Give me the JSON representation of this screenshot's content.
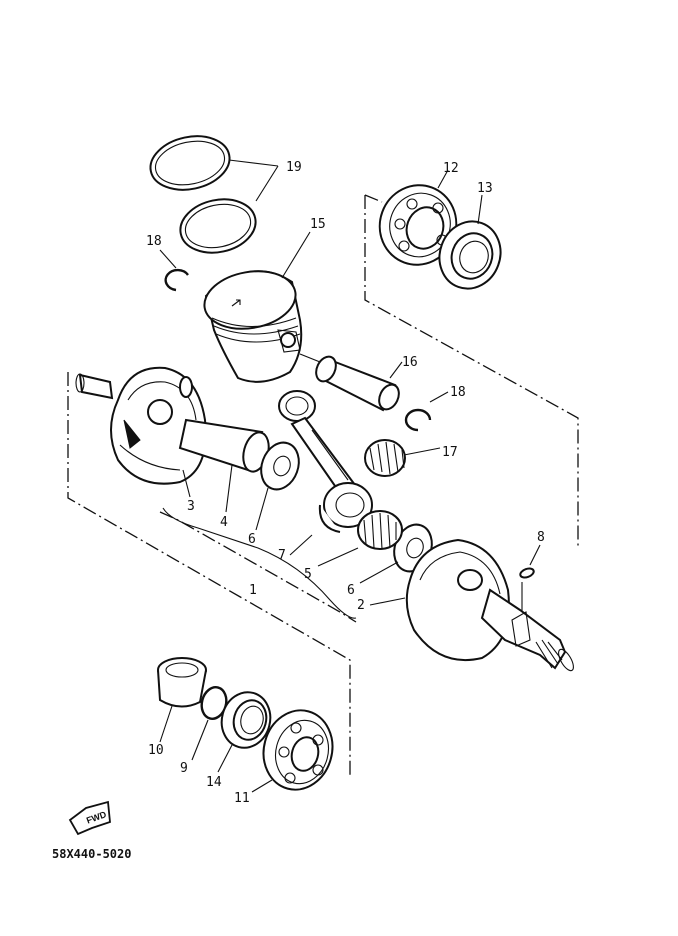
{
  "labels": {
    "l1": "1",
    "l2": "2",
    "l3": "3",
    "l4": "4",
    "l5": "5",
    "l6a": "6",
    "l6b": "6",
    "l7": "7",
    "l8": "8",
    "l9": "9",
    "l10": "10",
    "l11": "11",
    "l12": "12",
    "l13": "13",
    "l14": "14",
    "l15": "15",
    "l16": "16",
    "l17": "17",
    "l18a": "18",
    "l18b": "18",
    "l19": "19"
  },
  "fwd_text": "FWD",
  "diagram_code": "58X440-5020"
}
